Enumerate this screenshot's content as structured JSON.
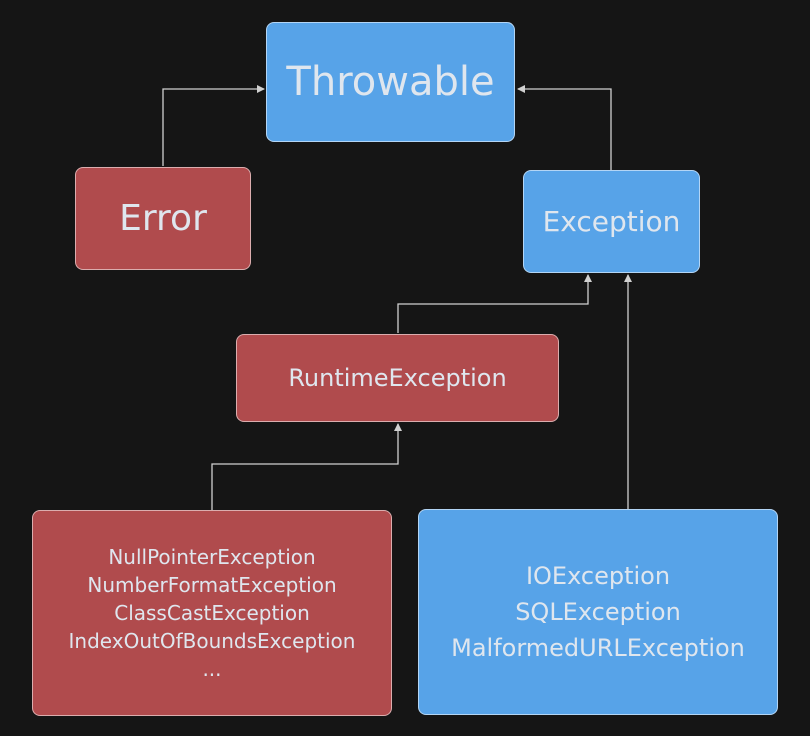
{
  "colors": {
    "background": "#151515",
    "checked_exception_blue": "#57a3e8",
    "unchecked_exception_red": "#b04b4d",
    "connector": "#d0d0d0"
  },
  "nodes": {
    "throwable": {
      "label": "Throwable"
    },
    "error": {
      "label": "Error"
    },
    "exception": {
      "label": "Exception"
    },
    "runtime_exception": {
      "label": "RuntimeException"
    },
    "runtime_subclasses": {
      "items": [
        "NullPointerException",
        "NumberFormatException",
        "ClassCastException",
        "IndexOutOfBoundsException",
        "..."
      ]
    },
    "checked_subclasses": {
      "items": [
        "IOException",
        "SQLException",
        "MalformedURLException"
      ]
    }
  },
  "edges": [
    {
      "from": "Error",
      "to": "Throwable"
    },
    {
      "from": "Exception",
      "to": "Throwable"
    },
    {
      "from": "RuntimeException",
      "to": "Exception"
    },
    {
      "from": "NullPointerException group",
      "to": "RuntimeException"
    },
    {
      "from": "IOException group",
      "to": "Exception"
    }
  ]
}
